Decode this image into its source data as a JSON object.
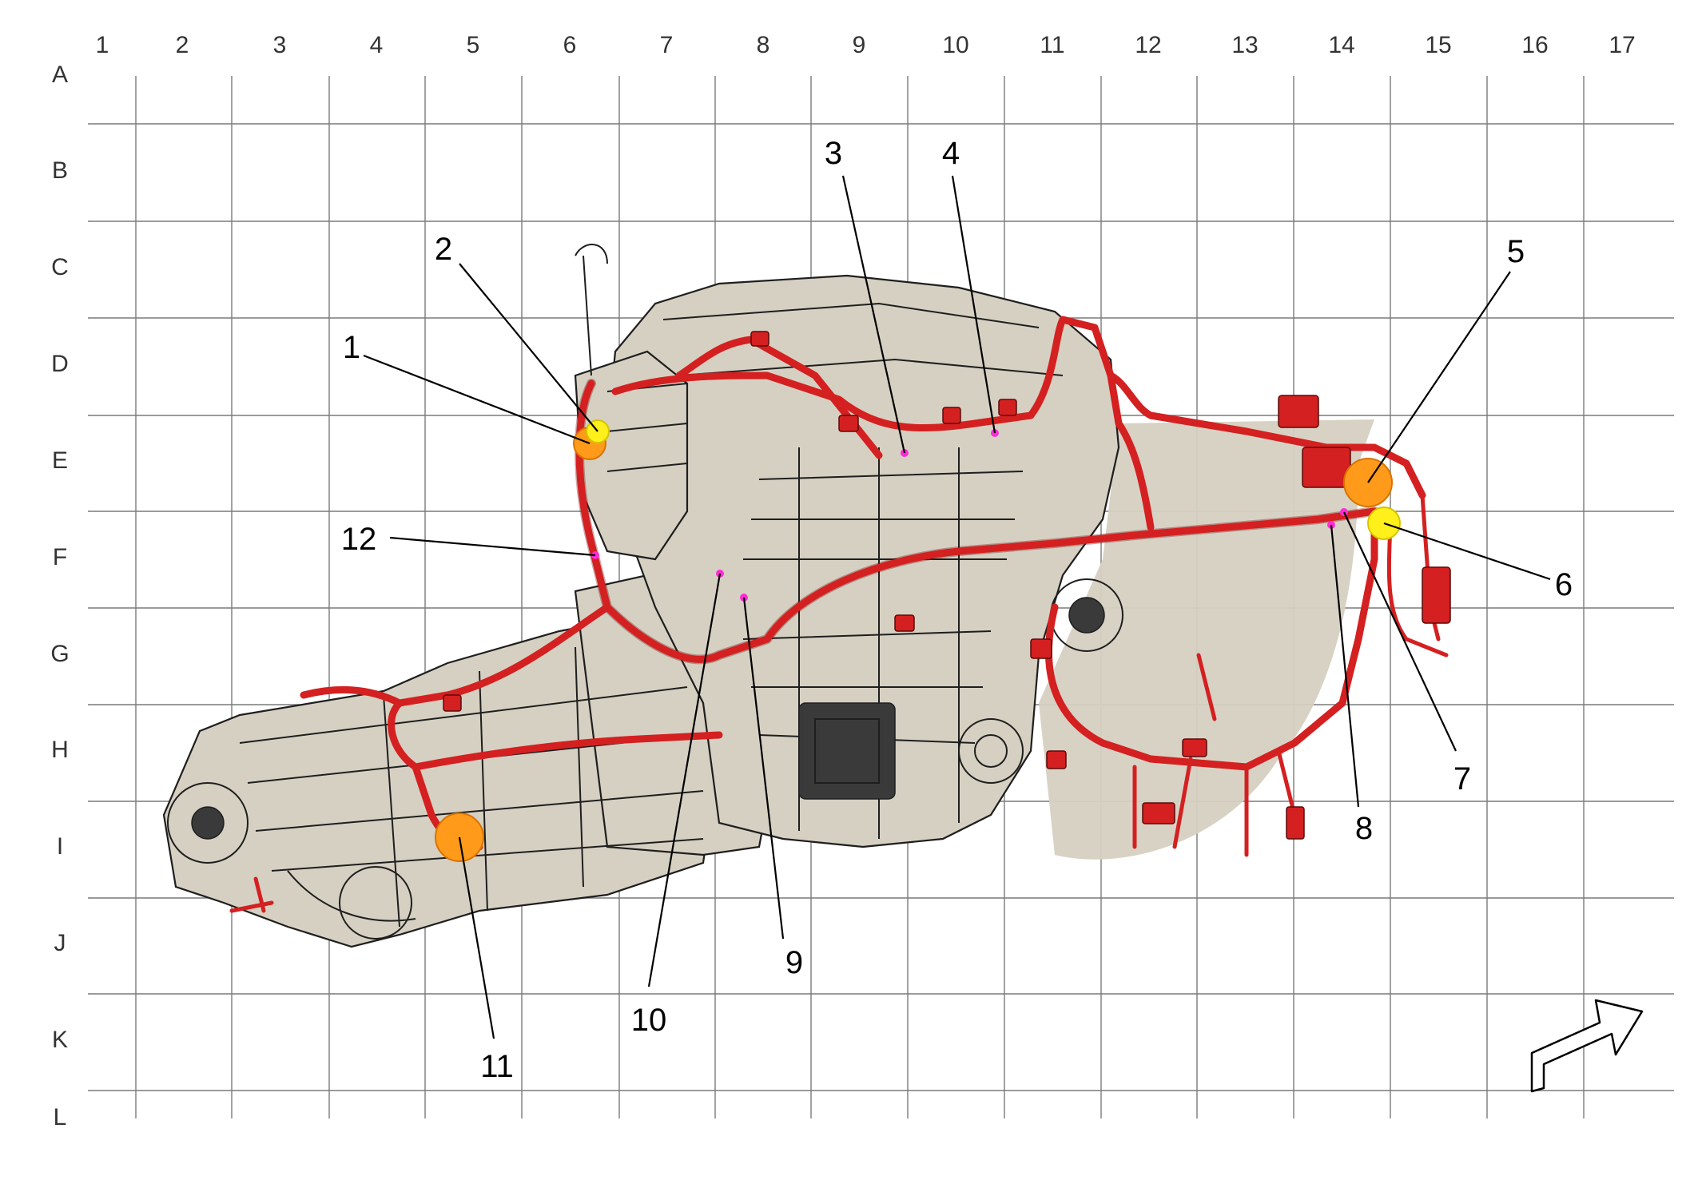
{
  "grid": {
    "columns": [
      "1",
      "2",
      "3",
      "4",
      "5",
      "6",
      "7",
      "8",
      "9",
      "10",
      "11",
      "12",
      "13",
      "14",
      "15",
      "16",
      "17"
    ],
    "rows": [
      "A",
      "B",
      "C",
      "D",
      "E",
      "F",
      "G",
      "H",
      "I",
      "J",
      "K",
      "L"
    ]
  },
  "callouts": [
    {
      "num": "1",
      "marker": "orange"
    },
    {
      "num": "2",
      "marker": "yellow"
    },
    {
      "num": "3",
      "marker": "pink"
    },
    {
      "num": "4",
      "marker": "pink"
    },
    {
      "num": "5",
      "marker": "orange"
    },
    {
      "num": "6",
      "marker": "yellow"
    },
    {
      "num": "7",
      "marker": "pink"
    },
    {
      "num": "8",
      "marker": "pink"
    },
    {
      "num": "9",
      "marker": "pink"
    },
    {
      "num": "10",
      "marker": "pink"
    },
    {
      "num": "11",
      "marker": "orange"
    },
    {
      "num": "12",
      "marker": "pink"
    }
  ],
  "colors": {
    "grid": "#7a7a7a",
    "engine_body": "#d6d0c2",
    "harness": "#d42020",
    "highlight_orange": "#ff9a1a",
    "highlight_yellow": "#ffef1a",
    "highlight_pink": "#ff2bd6"
  },
  "icons": {
    "orientation": "arrow-forward-icon"
  }
}
